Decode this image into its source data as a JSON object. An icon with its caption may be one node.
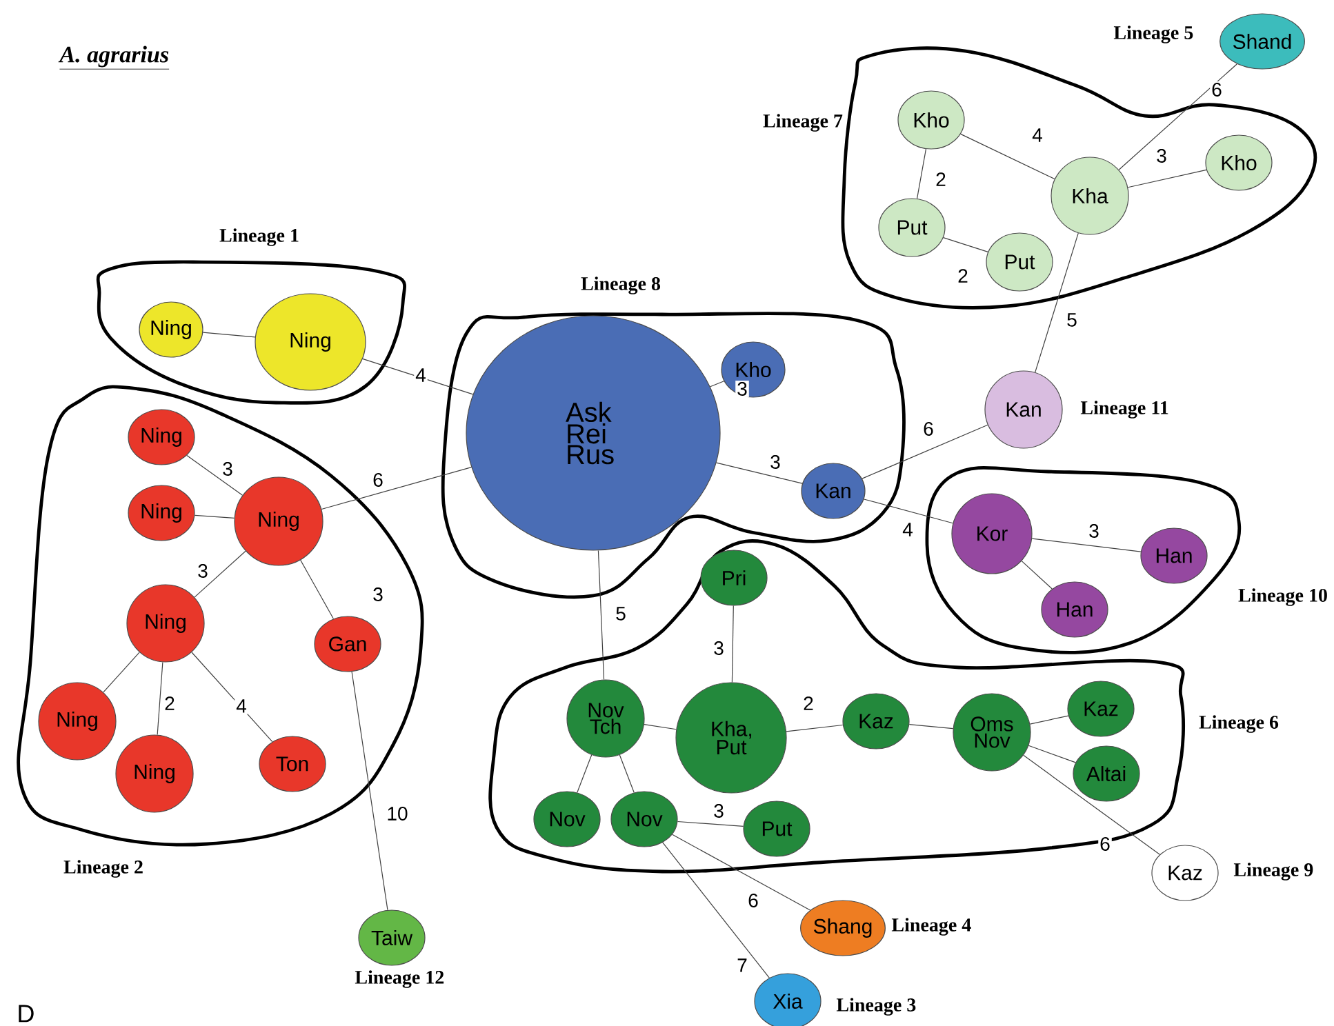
{
  "diagram": {
    "title": "A. agrarius",
    "nodes": [
      {
        "text": [
          "Lineage 7"
        ]
      },
      {
        "text": [
          "Kho"
        ],
        "in": 0
      },
      {
        "text": [
          "Kha"
        ],
        "in": 0
      },
      {
        "text": [
          "Kho"
        ],
        "in": 0
      },
      {
        "text": [
          "Put"
        ],
        "in": 0
      },
      {
        "text": [
          "Put"
        ],
        "in": 0
      },
      {
        "text": [
          "Shand"
        ],
        "beside": [
          "Lineage 5"
        ]
      },
      {
        "text": [
          "Lineage 1"
        ]
      },
      {
        "text": [
          "Ning"
        ],
        "in": 7
      },
      {
        "text": [
          "Ning"
        ],
        "in": 7
      },
      {
        "text": [
          "Lineage 8"
        ]
      },
      {
        "text": [
          "Ask Rei Rus"
        ],
        "in": 10
      },
      {
        "text": [
          "Kho"
        ],
        "in": 10
      },
      {
        "text": [
          "Kan"
        ],
        "in": 10
      },
      {
        "text": [
          "Kan"
        ],
        "beside": [
          "Lineage 11"
        ]
      },
      {
        "text": [
          "Lineage 2"
        ]
      },
      {
        "text": [
          "Ning"
        ],
        "in": 15
      },
      {
        "text": [
          "Ning"
        ],
        "in": 15
      },
      {
        "text": [
          "Ning"
        ],
        "in": 15
      },
      {
        "text": [
          "Ning"
        ],
        "in": 15
      },
      {
        "text": [
          "Gan"
        ],
        "in": 15
      },
      {
        "text": [
          "Ning"
        ],
        "in": 15
      },
      {
        "text": [
          "Ning"
        ],
        "in": 15
      },
      {
        "text": [
          "Ton"
        ],
        "in": 15
      },
      {
        "text": [
          "Taiw"
        ],
        "beside": [
          "Lineage 12"
        ]
      },
      {
        "text": [
          "Lineage 10"
        ]
      },
      {
        "text": [
          "Kor"
        ],
        "in": 25
      },
      {
        "text": [
          "Han"
        ],
        "in": 25
      },
      {
        "text": [
          "Han"
        ],
        "in": 25
      },
      {
        "text": [
          "Lineage 6"
        ]
      },
      {
        "text": [
          "Pri"
        ],
        "in": 29
      },
      {
        "text": [
          "Nov Tch"
        ],
        "in": 29
      },
      {
        "text": [
          "Kha, Put"
        ],
        "in": 29
      },
      {
        "text": [
          "Kaz"
        ],
        "in": 29
      },
      {
        "text": [
          "Oms Nov"
        ],
        "in": 29
      },
      {
        "text": [
          "Kaz"
        ],
        "in": 29
      },
      {
        "text": [
          "Altai"
        ],
        "in": 29
      },
      {
        "text": [
          "Nov"
        ],
        "in": 29
      },
      {
        "text": [
          "Nov"
        ],
        "in": 29
      },
      {
        "text": [
          "Put"
        ],
        "in": 29
      },
      {
        "text": [
          "Kaz"
        ],
        "beside": [
          "Lineage 9"
        ]
      },
      {
        "text": [
          "Shang"
        ],
        "beside": [
          "Lineage 4"
        ]
      },
      {
        "text": [
          "Xia"
        ],
        "beside": [
          "Lineage 3"
        ]
      }
    ],
    "edges": [
      {
        "from": 1,
        "to": 2,
        "arrow": "none",
        "label": "4"
      },
      {
        "from": 1,
        "to": 4,
        "arrow": "none",
        "label": "2"
      },
      {
        "from": 4,
        "to": 5,
        "arrow": "none",
        "label": "2"
      },
      {
        "from": 2,
        "to": 3,
        "arrow": "none",
        "label": "3"
      },
      {
        "from": 2,
        "to": 6,
        "arrow": "none",
        "label": "6"
      },
      {
        "from": 2,
        "to": 14,
        "arrow": "none",
        "label": "5"
      },
      {
        "from": 8,
        "to": 9,
        "arrow": "none"
      },
      {
        "from": 9,
        "to": 11,
        "arrow": "none",
        "label": "4"
      },
      {
        "from": 11,
        "to": 12,
        "arrow": "none",
        "label": "3"
      },
      {
        "from": 11,
        "to": 13,
        "arrow": "none",
        "label": "3"
      },
      {
        "from": 13,
        "to": 14,
        "arrow": "none",
        "label": "6"
      },
      {
        "from": 13,
        "to": 26,
        "arrow": "none",
        "label": "4"
      },
      {
        "from": 18,
        "to": 11,
        "arrow": "none",
        "label": "6"
      },
      {
        "from": 16,
        "to": 18,
        "arrow": "none",
        "label": "3"
      },
      {
        "from": 17,
        "to": 18,
        "arrow": "none"
      },
      {
        "from": 18,
        "to": 19,
        "arrow": "none",
        "label": "3"
      },
      {
        "from": 18,
        "to": 20,
        "arrow": "none",
        "label": "3"
      },
      {
        "from": 19,
        "to": 21,
        "arrow": "none"
      },
      {
        "from": 19,
        "to": 22,
        "arrow": "none",
        "label": "2"
      },
      {
        "from": 19,
        "to": 23,
        "arrow": "none",
        "label": "4"
      },
      {
        "from": 20,
        "to": 24,
        "arrow": "none",
        "label": "10"
      },
      {
        "from": 26,
        "to": 27,
        "arrow": "none",
        "label": "3"
      },
      {
        "from": 26,
        "to": 28,
        "arrow": "none"
      },
      {
        "from": 11,
        "to": 31,
        "arrow": "none",
        "label": "5"
      },
      {
        "from": 30,
        "to": 32,
        "arrow": "none",
        "label": "3"
      },
      {
        "from": 31,
        "to": 32,
        "arrow": "none"
      },
      {
        "from": 32,
        "to": 33,
        "arrow": "none",
        "label": "2"
      },
      {
        "from": 33,
        "to": 34,
        "arrow": "none"
      },
      {
        "from": 34,
        "to": 35,
        "arrow": "none"
      },
      {
        "from": 34,
        "to": 36,
        "arrow": "none"
      },
      {
        "from": 34,
        "to": 40,
        "arrow": "none",
        "label": "6"
      },
      {
        "from": 31,
        "to": 37,
        "arrow": "none"
      },
      {
        "from": 31,
        "to": 38,
        "arrow": "none"
      },
      {
        "from": 38,
        "to": 39,
        "arrow": "none",
        "label": "3"
      },
      {
        "from": 38,
        "to": 41,
        "arrow": "none",
        "label": "6"
      },
      {
        "from": 38,
        "to": 42,
        "arrow": "none",
        "label": "7"
      }
    ],
    "labels": [
      "D"
    ]
  }
}
